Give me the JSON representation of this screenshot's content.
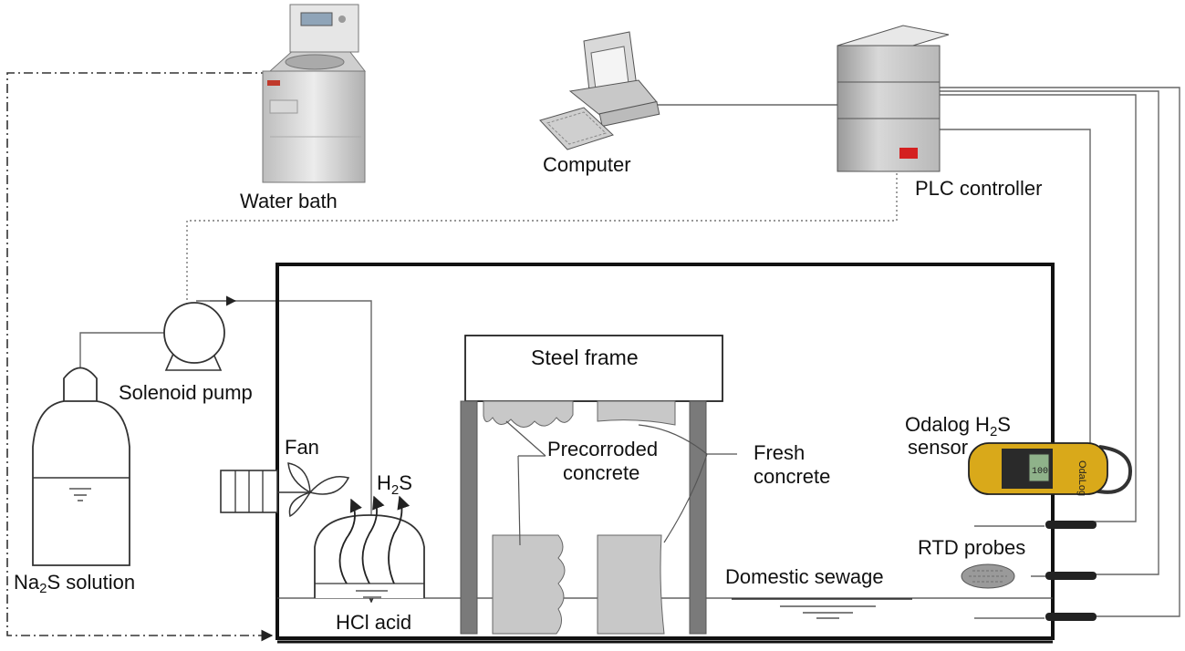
{
  "labels": {
    "water_bath": "Water bath",
    "computer": "Computer",
    "plc_controller": "PLC controller",
    "solenoid_pump": "Solenoid pump",
    "na2s_base": "Na",
    "na2s_sub": "2",
    "na2s_rest": "S solution",
    "fan": "Fan",
    "h2s_h": "H",
    "h2s_sub": "2",
    "h2s_s": "S",
    "hcl_acid": "HCl acid",
    "steel_frame": "Steel frame",
    "precorroded_line1": "Precorroded",
    "precorroded_line2": "concrete",
    "fresh_line1": "Fresh",
    "fresh_line2": "concrete",
    "odalog_base": "Odalog H",
    "odalog_sub": "2",
    "odalog_rest": "S",
    "odalog_line2": "sensor",
    "rtd_probes": "RTD probes",
    "domestic_sewage": "Domestic sewage"
  },
  "device_text": {
    "sensor_brand": "OdaLog",
    "sensor_reading": "100"
  },
  "colors": {
    "line": "#555555",
    "frame": "#111111",
    "concrete": "#c8c8c8",
    "pillar": "#777777",
    "plc_light": "#d42020",
    "sensor_body": "#d9a91a"
  }
}
